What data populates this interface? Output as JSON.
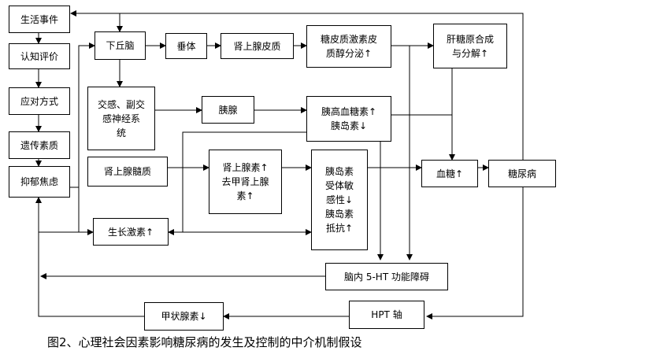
{
  "boxes": {
    "life_events": "生活事件",
    "cognitive_appraisal": "认知评价",
    "coping_style": "应对方式",
    "genetic_quality": "遗传素质",
    "depression_anxiety": "抑郁焦虑",
    "hypothalamus": "下丘脑",
    "pituitary": "垂体",
    "adrenal_cortex": "肾上腺皮质",
    "glucocorticoid": "糖皮质激素皮\n质醇分泌↑",
    "liver_glycogen": "肝糖原合成\n与分解↑",
    "sympathetic_parasympathetic": "交感、副交\n感神经系\n统",
    "pancreas": "胰腺",
    "glucagon_insulin": "胰高血糖素↑\n胰岛素↓",
    "adrenal_medulla": "肾上腺髓质",
    "epinephrine": "肾上腺素↑\n去甲肾上腺\n素↑",
    "insulin_receptor": "胰岛素\n受体敏\n感性↓\n胰岛素\n抵抗↑",
    "blood_sugar": "血糖↑",
    "diabetes": "糖尿病",
    "growth_hormone": "生长激素↑",
    "brain_5ht": "脑内 5-HT 功能障碍",
    "hpt_axis": "HPT 轴",
    "thyroxine": "甲状腺素↓"
  },
  "caption": "图2、心理社会因素影响糖尿病的发生及控制的中介机制假设"
}
